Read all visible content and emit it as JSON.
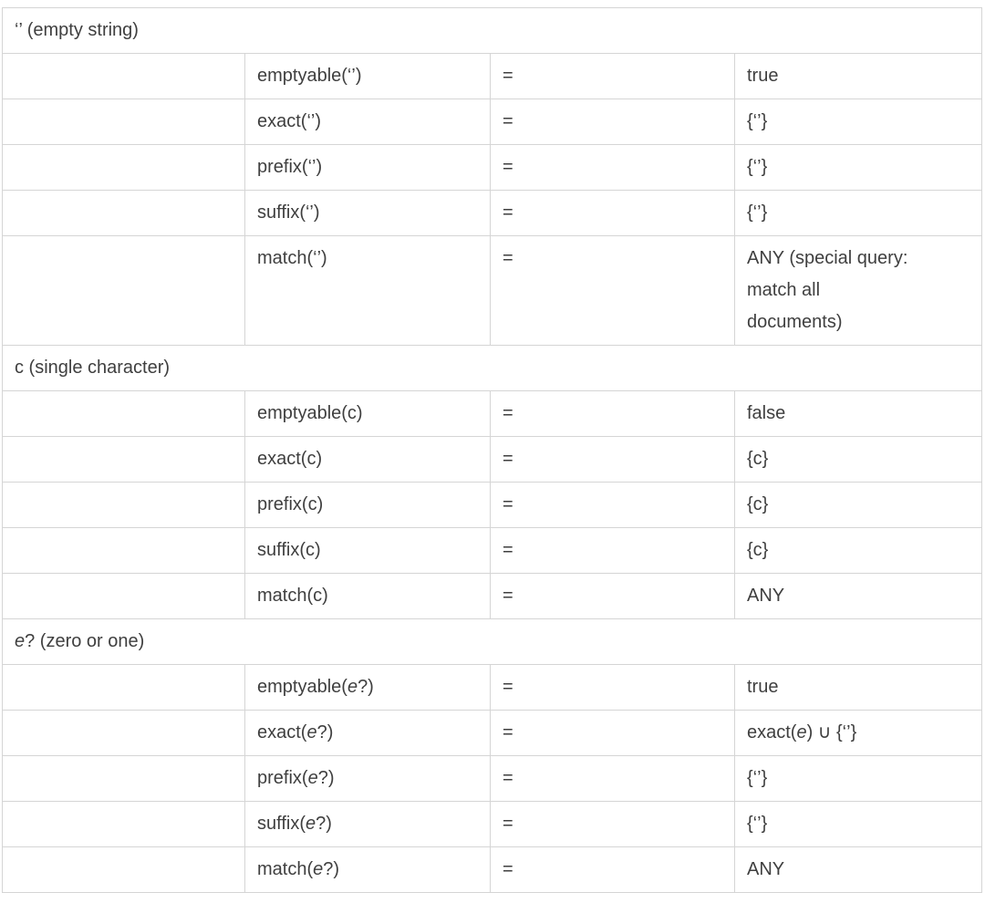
{
  "sections": [
    {
      "header": {
        "em": "",
        "text": "‘’ (empty string)"
      },
      "rows": [
        {
          "fn": {
            "pre": "emptyable(‘’)",
            "em": "",
            "post": ""
          },
          "eq": "=",
          "val": {
            "pre": "true",
            "em": "",
            "post": ""
          }
        },
        {
          "fn": {
            "pre": "exact(‘’)",
            "em": "",
            "post": ""
          },
          "eq": "=",
          "val": {
            "pre": "{‘’}",
            "em": "",
            "post": ""
          }
        },
        {
          "fn": {
            "pre": "prefix(‘’)",
            "em": "",
            "post": ""
          },
          "eq": "=",
          "val": {
            "pre": "{‘’}",
            "em": "",
            "post": ""
          }
        },
        {
          "fn": {
            "pre": "suffix(‘’)",
            "em": "",
            "post": ""
          },
          "eq": "=",
          "val": {
            "pre": "{‘’}",
            "em": "",
            "post": ""
          }
        },
        {
          "fn": {
            "pre": "match(‘’)",
            "em": "",
            "post": ""
          },
          "eq": "=",
          "val": {
            "pre": "ANY (special query:\nmatch all\ndocuments)",
            "em": "",
            "post": ""
          }
        }
      ]
    },
    {
      "header": {
        "em": "",
        "text": "c (single character)"
      },
      "rows": [
        {
          "fn": {
            "pre": "emptyable(c)",
            "em": "",
            "post": ""
          },
          "eq": "=",
          "val": {
            "pre": "false",
            "em": "",
            "post": ""
          }
        },
        {
          "fn": {
            "pre": "exact(c)",
            "em": "",
            "post": ""
          },
          "eq": "=",
          "val": {
            "pre": "{c}",
            "em": "",
            "post": ""
          }
        },
        {
          "fn": {
            "pre": "prefix(c)",
            "em": "",
            "post": ""
          },
          "eq": "=",
          "val": {
            "pre": "{c}",
            "em": "",
            "post": ""
          }
        },
        {
          "fn": {
            "pre": "suffix(c)",
            "em": "",
            "post": ""
          },
          "eq": "=",
          "val": {
            "pre": "{c}",
            "em": "",
            "post": ""
          }
        },
        {
          "fn": {
            "pre": "match(c)",
            "em": "",
            "post": ""
          },
          "eq": "=",
          "val": {
            "pre": "ANY",
            "em": "",
            "post": ""
          }
        }
      ]
    },
    {
      "header": {
        "em": "e",
        "text": "? (zero or one)"
      },
      "rows": [
        {
          "fn": {
            "pre": "emptyable(",
            "em": "e",
            "post": "?)"
          },
          "eq": "=",
          "val": {
            "pre": "true",
            "em": "",
            "post": ""
          }
        },
        {
          "fn": {
            "pre": "exact(",
            "em": "e",
            "post": "?)"
          },
          "eq": "=",
          "val": {
            "pre": "exact(",
            "em": "e",
            "post": ") ∪ {‘’}"
          }
        },
        {
          "fn": {
            "pre": "prefix(",
            "em": "e",
            "post": "?)"
          },
          "eq": "=",
          "val": {
            "pre": "{‘’}",
            "em": "",
            "post": ""
          }
        },
        {
          "fn": {
            "pre": "suffix(",
            "em": "e",
            "post": "?)"
          },
          "eq": "=",
          "val": {
            "pre": "{‘’}",
            "em": "",
            "post": ""
          }
        },
        {
          "fn": {
            "pre": "match(",
            "em": "e",
            "post": "?)"
          },
          "eq": "=",
          "val": {
            "pre": "ANY",
            "em": "",
            "post": ""
          }
        }
      ]
    }
  ],
  "colors": {
    "border": "#d5d5d5",
    "text": "#3f3f3f",
    "background": "#ffffff"
  }
}
